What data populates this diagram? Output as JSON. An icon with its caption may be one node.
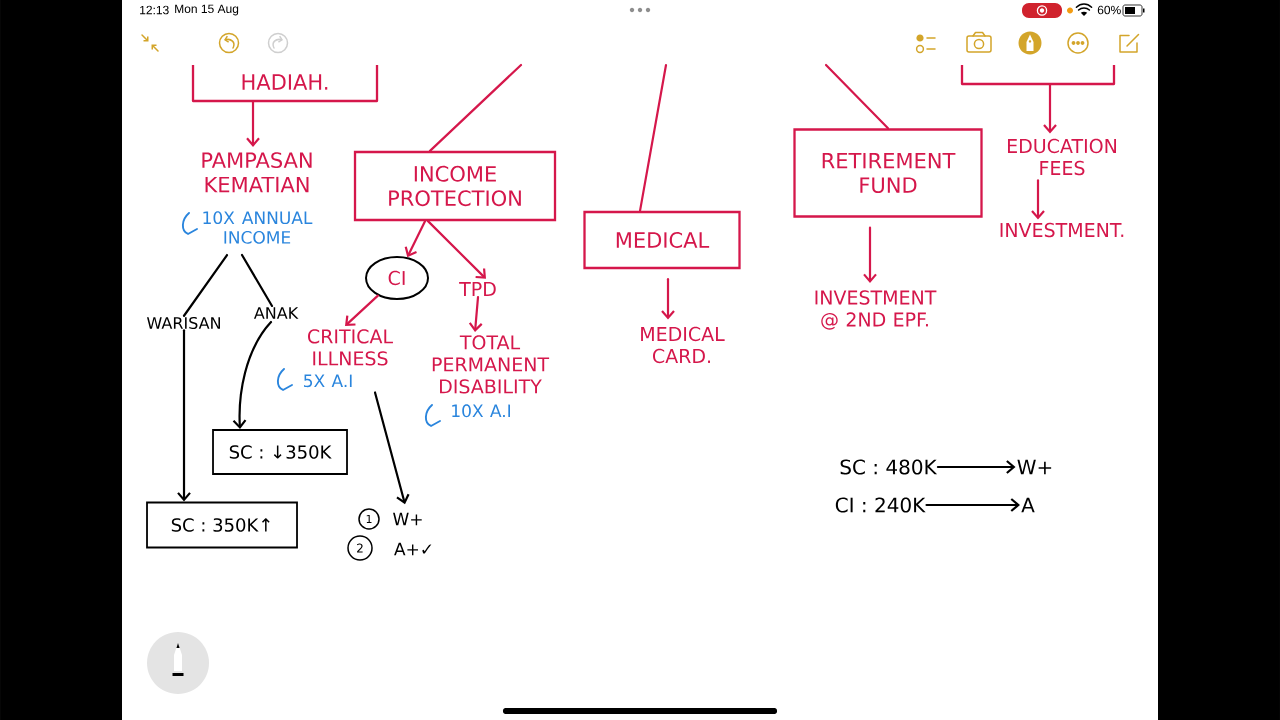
{
  "diagram": {
    "nodes": [
      {
        "text": [
          "HADIAH."
        ]
      },
      {
        "text": [
          "PAMPASAN KEMATIAN",
          "10X ANNUAL INCOME"
        ]
      },
      {
        "text": [
          "INCOME PROTECTION"
        ]
      },
      {
        "text": [
          "MEDICAL"
        ]
      },
      {
        "text": [
          "RETIREMENT FUND"
        ]
      },
      {
        "text": [],
        "shape": "box"
      },
      {
        "text": [
          "EDUCATION FEES"
        ]
      },
      {
        "text": [
          "INVESTMENT."
        ]
      },
      {
        "text": [
          "CI"
        ]
      },
      {
        "text": [
          "TPD"
        ]
      },
      {
        "text": [
          "CRITICAL ILLNESS",
          "5X A.I"
        ]
      },
      {
        "text": [
          "TOTAL PERMANENT DISABILITY",
          "10X A.I"
        ]
      },
      {
        "text": [
          "MEDICAL CARD."
        ]
      },
      {
        "text": [
          "INVESTMENT @ 2ND EPF."
        ]
      },
      {
        "text": [
          "WARISAN"
        ]
      },
      {
        "text": [
          "ANAK"
        ]
      },
      {
        "text": [
          "SC : ↓350K"
        ]
      },
      {
        "text": [
          "SC : 350K↑"
        ]
      },
      {
        "text": [
          "1"
        ],
        "beside": [
          "W+"
        ]
      },
      {
        "text": [
          "2"
        ],
        "beside": [
          "A+✓"
        ]
      },
      {
        "text": [
          "SC : 480K"
        ]
      },
      {
        "text": [
          "W+"
        ]
      },
      {
        "text": [
          "CI : 240K"
        ]
      },
      {
        "text": [
          "A"
        ]
      }
    ],
    "edges": [
      {
        "from": null,
        "to": 2,
        "arrow": "none"
      },
      {
        "from": null,
        "to": 3,
        "arrow": "none"
      },
      {
        "from": null,
        "to": 4,
        "arrow": "none"
      },
      {
        "from": 0,
        "to": 1,
        "arrow": "to"
      },
      {
        "from": 5,
        "to": 6,
        "arrow": "to"
      },
      {
        "from": 6,
        "to": 7,
        "arrow": "to"
      },
      {
        "from": 4,
        "to": 13,
        "arrow": "to"
      },
      {
        "from": 3,
        "to": 12,
        "arrow": "to"
      },
      {
        "from": 2,
        "to": 8,
        "arrow": "to"
      },
      {
        "from": 2,
        "to": 9,
        "arrow": "to"
      },
      {
        "from": 8,
        "to": 10,
        "arrow": "to"
      },
      {
        "from": 9,
        "to": 11,
        "arrow": "to"
      },
      {
        "from": 1,
        "to": 14,
        "arrow": "none",
        "color": "#000000"
      },
      {
        "from": 1,
        "to": 15,
        "arrow": "none",
        "color": "#000000"
      },
      {
        "from": 14,
        "to": 17,
        "arrow": "to",
        "color": "#000000"
      },
      {
        "from": 15,
        "to": 16,
        "arrow": "to",
        "color": "#000000"
      },
      {
        "from": 10,
        "to": 18,
        "arrow": "to",
        "color": "#000000"
      },
      {
        "from": 20,
        "to": 21,
        "arrow": "to",
        "color": "#000000"
      },
      {
        "from": 22,
        "to": 23,
        "arrow": "to",
        "color": "#000000"
      }
    ],
    "labels": [
      "12:13",
      "Mon 15 Aug",
      "60%"
    ]
  }
}
